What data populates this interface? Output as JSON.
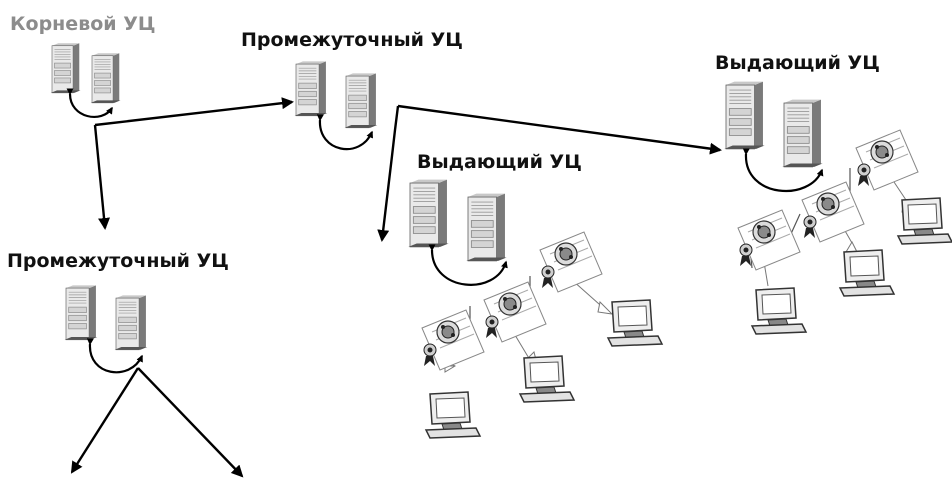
{
  "labels": {
    "root": "Корневой УЦ",
    "intermediate_top": "Промежуточный УЦ",
    "intermediate_left": "Промежуточный УЦ",
    "issuing_middle": "Выдающий УЦ",
    "issuing_right": "Выдающий УЦ"
  },
  "colors": {
    "root_label": "#8c8c8c",
    "label": "#111111",
    "arrow": "#000000",
    "server_front": "#e6e6e6",
    "server_side": "#7a7a7a",
    "certificate": "#ffffff"
  },
  "icons": [
    "server-icon",
    "certificate-icon",
    "computer-icon",
    "arrow"
  ]
}
